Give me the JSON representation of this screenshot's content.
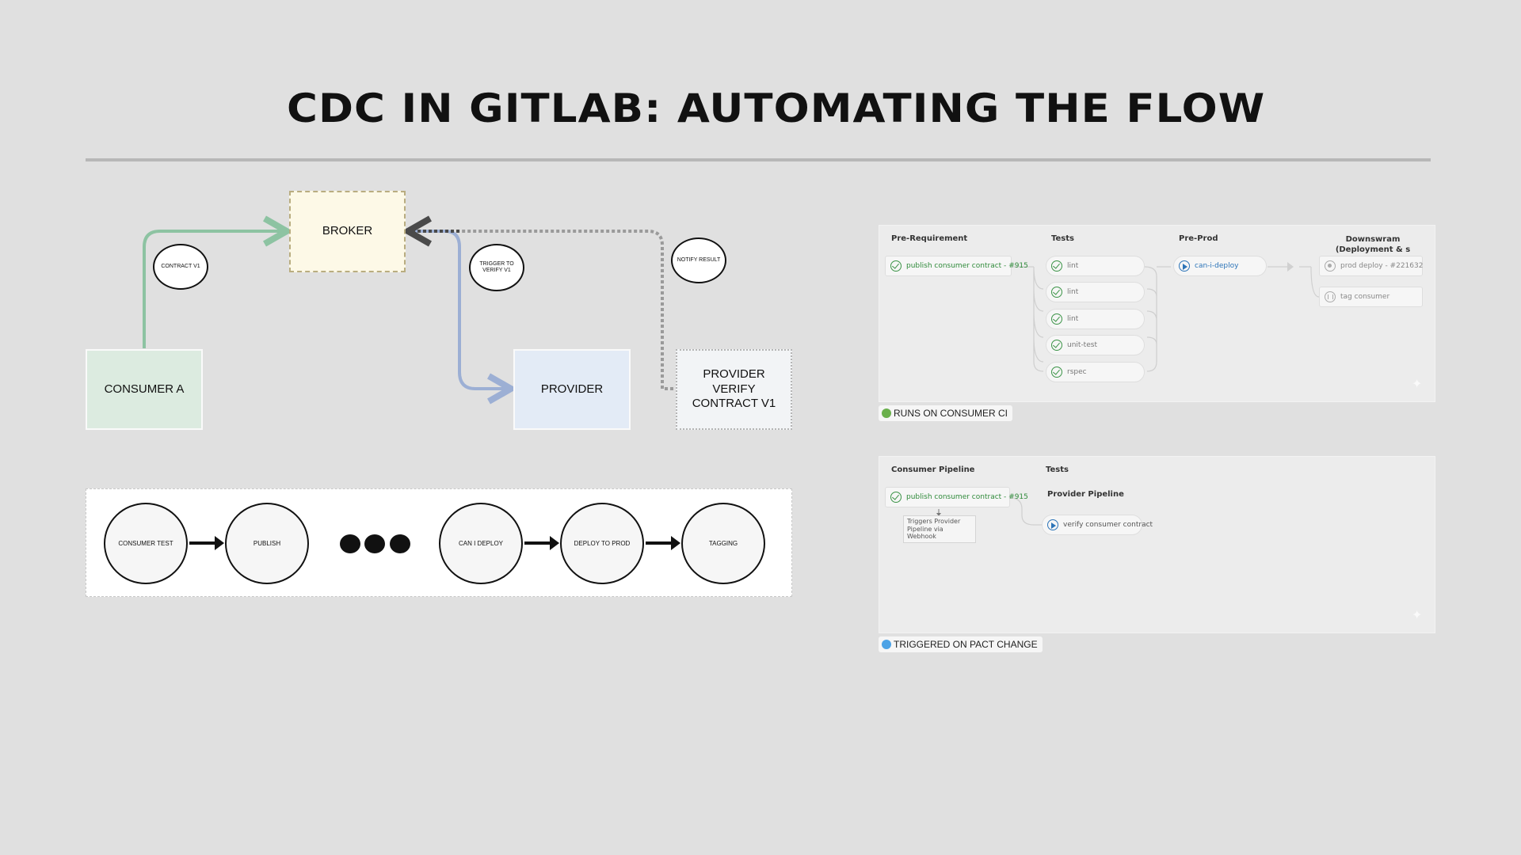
{
  "title": "CDC IN GITLAB: AUTOMATING THE FLOW",
  "diagram": {
    "broker": "BROKER",
    "consumer": "CONSUMER A",
    "provider": "PROVIDER",
    "provider_verify": "PROVIDER VERIFY CONTRACT V1",
    "labels": {
      "contract": "CONTRACT V1",
      "trigger": "TRIGGER TO VERIFY V1",
      "notify": "NOTIFY RESULT"
    },
    "colors": {
      "consumer_arrow": "#8dc3a2",
      "provider_arrow": "#9cafd4",
      "notify_arrow": "#9a9a9a",
      "broker_arrow": "#4a4a4a"
    }
  },
  "flow_steps": {
    "consumer_test": "CONSUMER TEST",
    "publish": "PUBLISH",
    "can_i_deploy": "CAN I DEPLOY",
    "deploy_to_prod": "DEPLOY TO PROD",
    "tagging": "TAGGING"
  },
  "pipeline1": {
    "stages": {
      "pre_requirement": "Pre-Requirement",
      "tests": "Tests",
      "pre_prod": "Pre-Prod",
      "downstream": "Downswram (Deployment & s Tagging)"
    },
    "jobs": {
      "publish": "publish consumer contract - #915",
      "lint1": "lint",
      "lint2": "lint",
      "lint3": "lint",
      "unit_test": "unit-test",
      "rspec": "rspec",
      "can_i_deploy": "can-i-deploy",
      "prod_deploy": "prod deploy - #221632",
      "tag_consumer": "tag consumer"
    },
    "legend": "RUNS ON CONSUMER CI",
    "legend_color": "#6ab04c"
  },
  "pipeline2": {
    "stages": {
      "consumer_pipeline": "Consumer Pipeline",
      "tests": "Tests",
      "provider_pipeline": "Provider Pipeline"
    },
    "jobs": {
      "publish": "publish consumer contract - #915",
      "verify": "verify consumer contract"
    },
    "note": "Triggers Provider Pipeline via Webhook",
    "legend": "TRIGGERED ON PACT CHANGE",
    "legend_color": "#4da3e6"
  }
}
